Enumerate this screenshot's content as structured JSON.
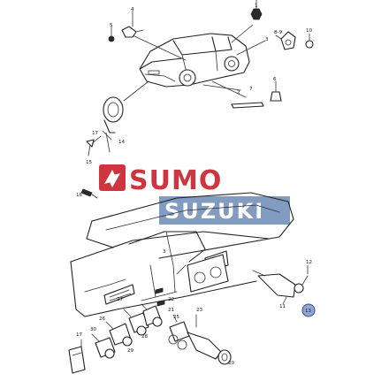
{
  "callouts": {
    "c1": "1",
    "c2": "2",
    "c3": "3",
    "c4": "4",
    "c5": "5",
    "c6": "6",
    "c7": "7",
    "c8_9": "8-9",
    "c10": "10",
    "c11": "11",
    "c12": "12",
    "c13": "13",
    "c14": "14",
    "c15": "15",
    "c16": "16",
    "c17": "17",
    "c20": "20",
    "c21": "21",
    "c22": "22",
    "c23": "23",
    "c25": "25",
    "c26": "26",
    "c27": "27",
    "c28": "28",
    "c29": "29",
    "c30": "30"
  },
  "watermark": {
    "line1": "SUMO",
    "line2": "SUZUKI",
    "colors": {
      "red": "#c9262f",
      "blue": "#5f7fae",
      "highlight": "#8fa6d6"
    }
  },
  "highlight": {
    "callout": "13"
  }
}
